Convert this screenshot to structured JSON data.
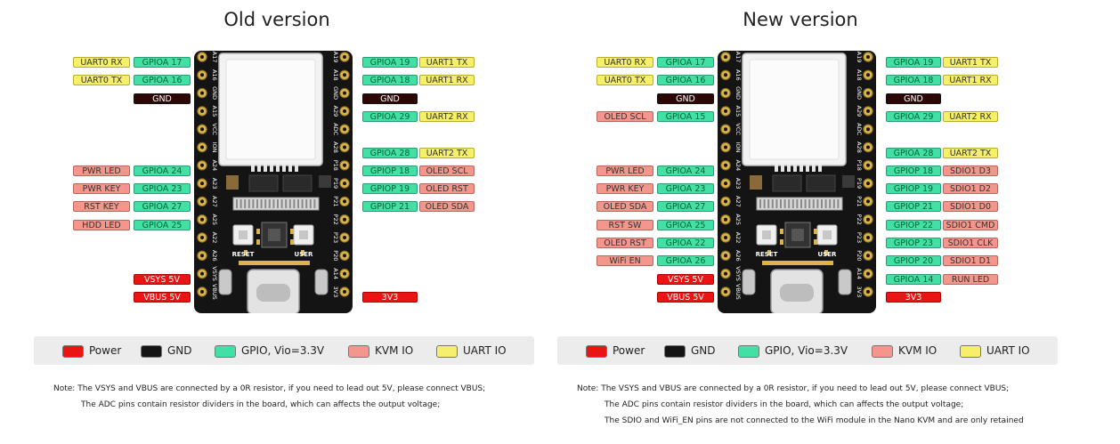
{
  "colors": {
    "power": "#ea1414",
    "gnd": "#141414",
    "gpio": "#43e0a6",
    "kvm": "#f4968c",
    "uart": "#f6ef6a"
  },
  "panels": [
    {
      "title": "Old version",
      "left_pins": [
        [
          {
            "t": "UART0 RX",
            "c": "uart"
          },
          {
            "t": "GPIOA 17",
            "c": "gpio"
          }
        ],
        [
          {
            "t": "UART0 TX",
            "c": "uart"
          },
          {
            "t": "GPIOA 16",
            "c": "gpio"
          }
        ],
        [
          {
            "t": "",
            "c": ""
          },
          {
            "t": "GND",
            "c": "gnd"
          }
        ],
        [],
        [],
        [],
        [
          {
            "t": "PWR LED",
            "c": "kvm"
          },
          {
            "t": "GPIOA 24",
            "c": "gpio"
          }
        ],
        [
          {
            "t": "PWR KEY",
            "c": "kvm"
          },
          {
            "t": "GPIOA 23",
            "c": "gpio"
          }
        ],
        [
          {
            "t": "RST KEY",
            "c": "kvm"
          },
          {
            "t": "GPIOA 27",
            "c": "gpio"
          }
        ],
        [
          {
            "t": "HDD LED",
            "c": "kvm"
          },
          {
            "t": "GPIOA 25",
            "c": "gpio"
          }
        ],
        [],
        [],
        [
          {
            "t": "",
            "c": ""
          },
          {
            "t": "VSYS 5V",
            "c": "pwr"
          }
        ],
        [
          {
            "t": "",
            "c": ""
          },
          {
            "t": "VBUS 5V",
            "c": "pwr"
          }
        ]
      ],
      "right_pins": [
        [
          {
            "t": "GPIOA 19",
            "c": "gpio"
          },
          {
            "t": "UART1 TX",
            "c": "uart"
          }
        ],
        [
          {
            "t": "GPIOA 18",
            "c": "gpio"
          },
          {
            "t": "UART1 RX",
            "c": "uart"
          }
        ],
        [
          {
            "t": "GND",
            "c": "gnd"
          }
        ],
        [
          {
            "t": "GPIOA 29",
            "c": "gpio"
          },
          {
            "t": "UART2 RX",
            "c": "uart"
          }
        ],
        [],
        [
          {
            "t": "GPIOA 28",
            "c": "gpio"
          },
          {
            "t": "UART2 TX",
            "c": "uart"
          }
        ],
        [
          {
            "t": "GPIOP 18",
            "c": "gpio"
          },
          {
            "t": "OLED SCL",
            "c": "kvm"
          }
        ],
        [
          {
            "t": "GPIOP 19",
            "c": "gpio"
          },
          {
            "t": "OLED RST",
            "c": "kvm"
          }
        ],
        [
          {
            "t": "GPIOP 21",
            "c": "gpio"
          },
          {
            "t": "OLED SDA",
            "c": "kvm"
          }
        ],
        [],
        [],
        [],
        [],
        [
          {
            "t": "3V3",
            "c": "pwr"
          }
        ]
      ],
      "notes": [
        "Note:  The VSYS and VBUS are connected by a 0R resistor, if you need to lead out 5V, please connect VBUS;",
        "The ADC pins contain resistor dividers in the board, which can affects the output voltage;"
      ]
    },
    {
      "title": "New version",
      "left_pins": [
        [
          {
            "t": "UART0 RX",
            "c": "uart"
          },
          {
            "t": "GPIOA 17",
            "c": "gpio"
          }
        ],
        [
          {
            "t": "UART0 TX",
            "c": "uart"
          },
          {
            "t": "GPIOA 16",
            "c": "gpio"
          }
        ],
        [
          {
            "t": "",
            "c": ""
          },
          {
            "t": "GND",
            "c": "gnd"
          }
        ],
        [
          {
            "t": "OLED SCL",
            "c": "kvm"
          },
          {
            "t": "GPIOA 15",
            "c": "gpio"
          }
        ],
        [],
        [],
        [
          {
            "t": "PWR LED",
            "c": "kvm"
          },
          {
            "t": "GPIOA 24",
            "c": "gpio"
          }
        ],
        [
          {
            "t": "PWR KEY",
            "c": "kvm"
          },
          {
            "t": "GPIOA 23",
            "c": "gpio"
          }
        ],
        [
          {
            "t": "OLED SDA",
            "c": "kvm"
          },
          {
            "t": "GPIOA 27",
            "c": "gpio"
          }
        ],
        [
          {
            "t": "RST SW",
            "c": "kvm"
          },
          {
            "t": "GPIOA 25",
            "c": "gpio"
          }
        ],
        [
          {
            "t": "OLED RST",
            "c": "kvm"
          },
          {
            "t": "GPIOA 22",
            "c": "gpio"
          }
        ],
        [
          {
            "t": "WiFi EN",
            "c": "kvm"
          },
          {
            "t": "GPIOA 26",
            "c": "gpio"
          }
        ],
        [
          {
            "t": "",
            "c": ""
          },
          {
            "t": "VSYS 5V",
            "c": "pwr"
          }
        ],
        [
          {
            "t": "",
            "c": ""
          },
          {
            "t": "VBUS 5V",
            "c": "pwr"
          }
        ]
      ],
      "right_pins": [
        [
          {
            "t": "GPIOA 19",
            "c": "gpio"
          },
          {
            "t": "UART1 TX",
            "c": "uart"
          }
        ],
        [
          {
            "t": "GPIOA 18",
            "c": "gpio"
          },
          {
            "t": "UART1 RX",
            "c": "uart"
          }
        ],
        [
          {
            "t": "GND",
            "c": "gnd"
          }
        ],
        [
          {
            "t": "GPIOA 29",
            "c": "gpio"
          },
          {
            "t": "UART2 RX",
            "c": "uart"
          }
        ],
        [],
        [
          {
            "t": "GPIOA 28",
            "c": "gpio"
          },
          {
            "t": "UART2 TX",
            "c": "uart"
          }
        ],
        [
          {
            "t": "GPIOP 18",
            "c": "gpio"
          },
          {
            "t": "SDIO1 D3",
            "c": "kvm"
          }
        ],
        [
          {
            "t": "GPIOP 19",
            "c": "gpio"
          },
          {
            "t": "SDIO1 D2",
            "c": "kvm"
          }
        ],
        [
          {
            "t": "GPIOP 21",
            "c": "gpio"
          },
          {
            "t": "SDIO1 D0",
            "c": "kvm"
          }
        ],
        [
          {
            "t": "GPIOP 22",
            "c": "gpio"
          },
          {
            "t": "SDIO1 CMD",
            "c": "kvm"
          }
        ],
        [
          {
            "t": "GPIOP 23",
            "c": "gpio"
          },
          {
            "t": "SDIO1 CLK",
            "c": "kvm"
          }
        ],
        [
          {
            "t": "GPIOP 20",
            "c": "gpio"
          },
          {
            "t": "SDIO1 D1",
            "c": "kvm"
          }
        ],
        [
          {
            "t": "GPIOA 14",
            "c": "gpio"
          },
          {
            "t": "RUN LED",
            "c": "kvm"
          }
        ],
        [
          {
            "t": "3V3",
            "c": "pwr"
          }
        ]
      ],
      "notes": [
        "Note:  The VSYS and VBUS are connected by a 0R resistor, if you need to lead out 5V, please connect VBUS;",
        "The ADC pins contain resistor dividers in the board, which can affects the output voltage;",
        "The SDIO and WiFi_EN pins are not connected to the WiFi module in the Nano KVM and are only retained"
      ]
    }
  ],
  "legend": [
    {
      "label": "Power",
      "c": "pwr"
    },
    {
      "label": "GND",
      "c": "gnd"
    },
    {
      "label": "GPIO, Vio=3.3V",
      "c": "gpio"
    },
    {
      "label": "KVM IO",
      "c": "kvm"
    },
    {
      "label": "UART IO",
      "c": "uart"
    }
  ],
  "board": {
    "button_left": "RESET",
    "button_right": "USER",
    "left_silk": [
      "A17",
      "A16",
      "GND",
      "A15",
      "VCC",
      "ION",
      "A24",
      "A23",
      "A27",
      "A25",
      "A22",
      "A26",
      "VSYS",
      "VBUS"
    ],
    "right_silk": [
      "A19",
      "A18",
      "GND",
      "A29",
      "ADC",
      "A28",
      "P18",
      "P19",
      "P21",
      "P22",
      "P23",
      "P20",
      "A14",
      "3V3"
    ]
  }
}
